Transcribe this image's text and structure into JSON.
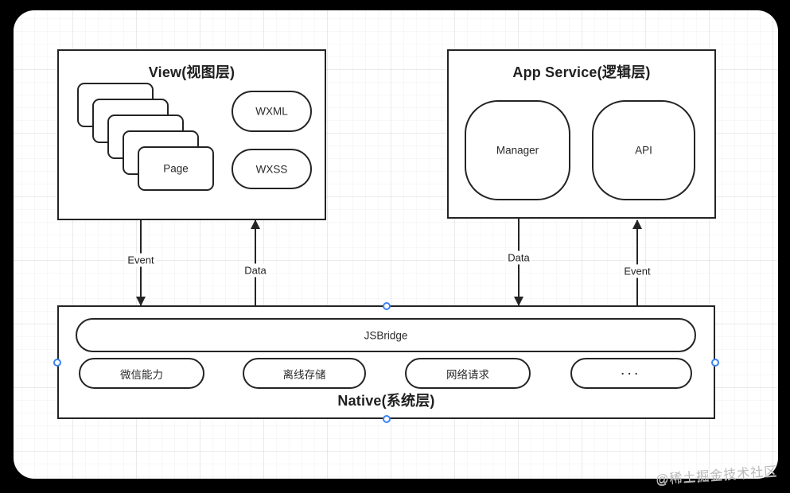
{
  "view_layer": {
    "title": "View(视图层)",
    "page_card_label": "Page",
    "pills": [
      {
        "label": "WXML"
      },
      {
        "label": "WXSS"
      }
    ]
  },
  "app_service_layer": {
    "title": "App Service(逻辑层)",
    "nodes": [
      {
        "label": "Manager"
      },
      {
        "label": "API"
      }
    ]
  },
  "native_layer": {
    "title": "Native(系统层)",
    "bridge_label": "JSBridge",
    "pills": [
      {
        "label": "微信能力"
      },
      {
        "label": "离线存储"
      },
      {
        "label": "网络请求"
      },
      {
        "label": "···"
      }
    ]
  },
  "arrows": [
    {
      "label": "Event",
      "direction": "down",
      "from": "View",
      "to": "Native"
    },
    {
      "label": "Data",
      "direction": "up",
      "from": "Native",
      "to": "View"
    },
    {
      "label": "Data",
      "direction": "down",
      "from": "App Service",
      "to": "Native"
    },
    {
      "label": "Event",
      "direction": "up",
      "from": "Native",
      "to": "App Service"
    }
  ],
  "watermark": "@稀土掘金技术社区",
  "colors": {
    "line": "#242424",
    "handle_blue": "#3b82f6",
    "watermark": "#b9b9b9"
  }
}
